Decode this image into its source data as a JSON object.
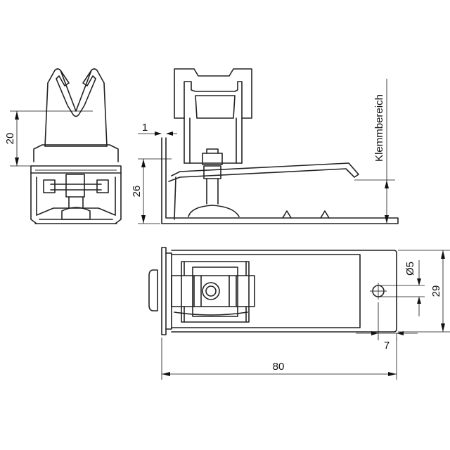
{
  "dimensions": {
    "height_20": "20",
    "thickness_1": "1",
    "height_26": "26",
    "clamp_range": "Klemmbereich",
    "hole_diameter": "Ø5",
    "width_29": "29",
    "offset_7": "7",
    "length_80": "80"
  },
  "colors": {
    "line": "#222222",
    "background": "#ffffff"
  }
}
